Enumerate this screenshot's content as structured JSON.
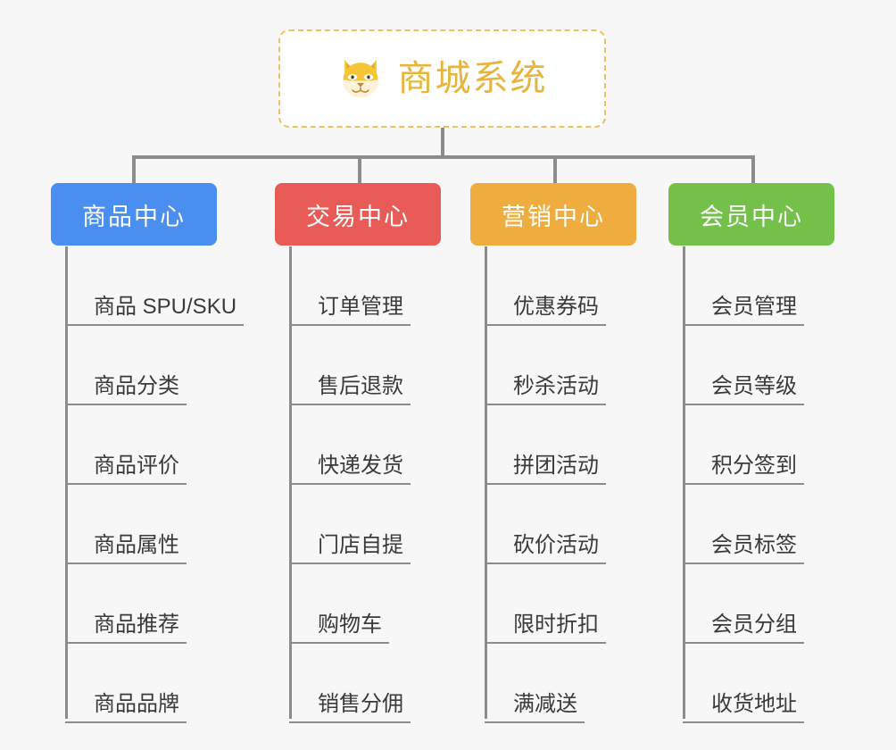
{
  "diagram": {
    "type": "org-chart",
    "title": "商城系统",
    "root": {
      "label": "商城系统",
      "icon": "dog-face-icon",
      "border_color": "#f0c060",
      "text_color": "#e8b43c",
      "background": "#ffffff"
    },
    "background_color": "#f7f7f7",
    "connector_color": "#8c8c8c",
    "item_text_color": "#3a3a3a",
    "columns": [
      {
        "label": "商品中心",
        "color": "#4a8ef0",
        "items": [
          "商品 SPU/SKU",
          "商品分类",
          "商品评价",
          "商品属性",
          "商品推荐",
          "商品品牌"
        ]
      },
      {
        "label": "交易中心",
        "color": "#e85b57",
        "items": [
          "订单管理",
          "售后退款",
          "快递发货",
          "门店自提",
          "购物车",
          "销售分佣"
        ]
      },
      {
        "label": "营销中心",
        "color": "#eead3e",
        "items": [
          "优惠券码",
          "秒杀活动",
          "拼团活动",
          "砍价活动",
          "限时折扣",
          "满减送"
        ]
      },
      {
        "label": "会员中心",
        "color": "#74c14a",
        "items": [
          "会员管理",
          "会员等级",
          "积分签到",
          "会员标签",
          "会员分组",
          "收货地址"
        ]
      }
    ]
  }
}
